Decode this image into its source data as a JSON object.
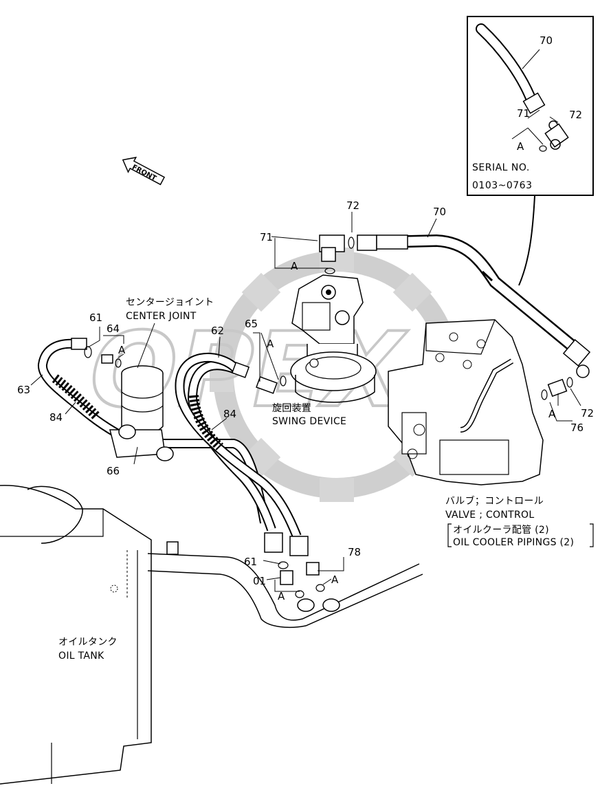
{
  "inset": {
    "serial_label": "SERIAL NO.",
    "serial_range": "0103~0763",
    "parts": {
      "hose": "70",
      "fitting": "71",
      "oring": "72",
      "detail": "A"
    }
  },
  "front_arrow": {
    "label": "FRONT"
  },
  "center_joint": {
    "label_jp": "センタージョイント",
    "label_en": "CENTER JOINT"
  },
  "swing_device": {
    "label_jp": "旋回装置",
    "label_en": "SWING DEVICE"
  },
  "control_valve": {
    "label_jp": "バルブ；コントロール",
    "label_en": "VALVE ; CONTROL",
    "title_jp": "オイルクーラ配管 (2)",
    "title_en": "OIL COOLER  PIPINGS (2)"
  },
  "oil_tank": {
    "label_jp": "オイルタンク",
    "label_en": "OIL  TANK"
  },
  "part_numbers": {
    "p70": "70",
    "p71": "71",
    "p72_top": "72",
    "p72_right": "72",
    "p61_left": "61",
    "p64": "64",
    "p63": "63",
    "p84_left": "84",
    "p66": "66",
    "p62": "62",
    "p65": "65",
    "p84_center": "84",
    "p76": "76",
    "p61_bottom": "61",
    "p01": "01",
    "p78": "78"
  },
  "detail_marks": {
    "a": "A"
  },
  "watermark": {
    "text": "OPEX"
  }
}
